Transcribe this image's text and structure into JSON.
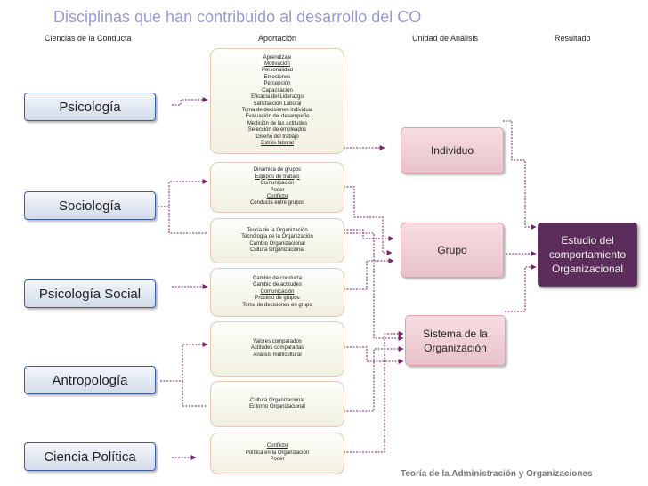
{
  "title": "Disciplinas que han contribuido al desarrollo del CO",
  "headers": {
    "disciplines": "Ciencias de la Conducta",
    "contribution": "Aportación",
    "unit": "Unidad de Análisis",
    "result": "Resultado"
  },
  "disciplines": [
    "Psicología",
    "Sociología",
    "Psicología Social",
    "Antropología",
    "Ciencia Política"
  ],
  "contributions": [
    [
      "Aprendizaje",
      "Motivación",
      "Personalidad",
      "Emociones",
      "Percepción",
      "Capacitación",
      "Eficacia del Liderazgo",
      "Satisfacción Laboral",
      "Toma de decisiones individual",
      "Evaluación del desempeño",
      "Medición de las actitudes",
      "Selección de empleados",
      "Diseño del trabajo",
      "Estrés laboral"
    ],
    [
      "Dinámica de grupos",
      "Equipos de trabajo",
      "Comunicación",
      "Poder",
      "Conflicto",
      "Conducta entre grupos"
    ],
    [
      "Teoría de la Organización",
      "Tecnología de la Organización",
      "Cambio Organizacional",
      "Cultura Organizacional"
    ],
    [
      "Cambio de conducta",
      "Cambio de actitudes",
      "Comunicación",
      "Proceso de grupos",
      "Toma de decisiones en grupo"
    ],
    [
      "Valores comparados",
      "Actitudes comparadas",
      "Análisis multicultural"
    ],
    [
      "Cultura Organizacional",
      "Entorno Organizacional"
    ],
    [
      "Conflicto",
      "Política en la Organización",
      "Poder"
    ]
  ],
  "units": {
    "individual": "Individuo",
    "group": "Grupo",
    "system_line1": "Sistema de la",
    "system_line2": "Organización"
  },
  "result": {
    "line1": "Estudio del",
    "line2": "comportamiento",
    "line3": "Organizacional"
  },
  "footer": "Teoría de la Administración y Organizaciones"
}
